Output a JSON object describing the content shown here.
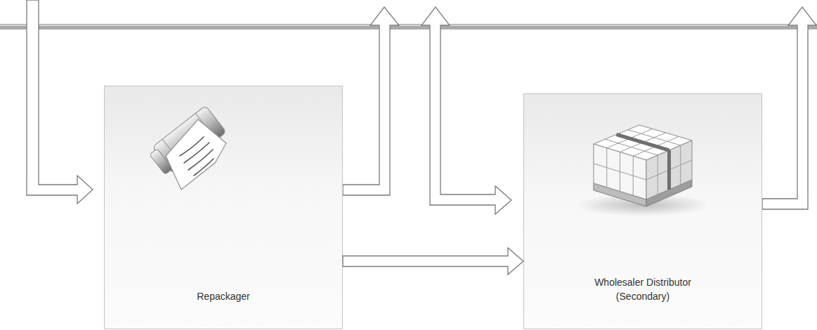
{
  "diagram": {
    "nodes": [
      {
        "text": [
          "Repackager"
        ]
      },
      {
        "text": [
          "Wholesaler Distributor (Secondary)"
        ]
      }
    ],
    "edges": [
      {
        "from": 0,
        "to": 1,
        "arrow": "to"
      }
    ]
  }
}
